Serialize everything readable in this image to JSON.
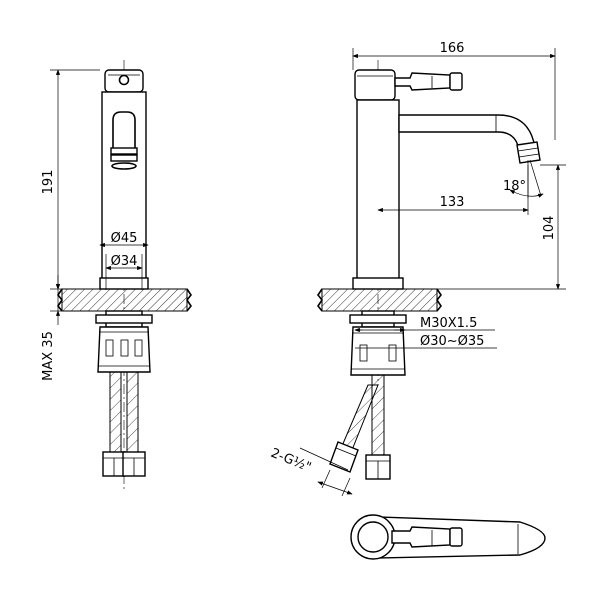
{
  "dimensions": {
    "height_total": "191",
    "max_thickness": "MAX 35",
    "dia_45": "Ø45",
    "dia_34": "Ø34",
    "width_total": "166",
    "reach": "133",
    "spout_height": "104",
    "angle": "18°",
    "thread": "M30X1.5",
    "hole_range": "Ø30~Ø35",
    "connection": "2-G½\""
  }
}
